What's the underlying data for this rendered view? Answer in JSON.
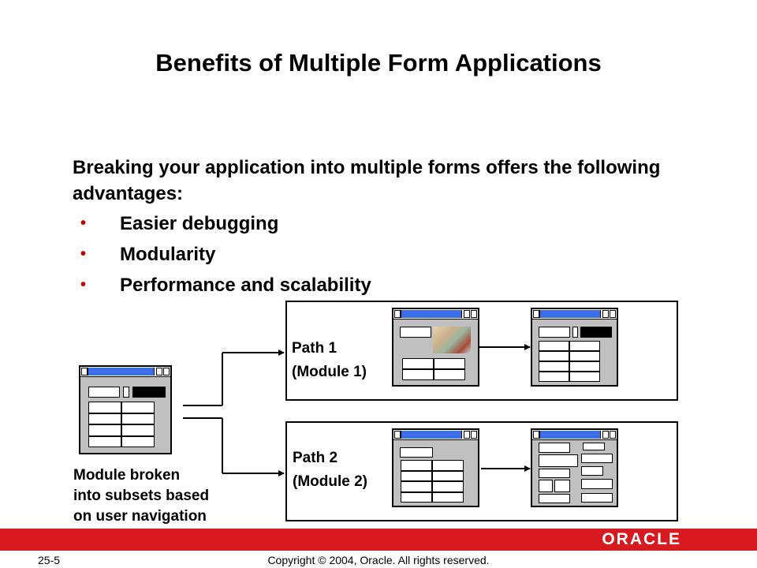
{
  "slide": {
    "title": "Benefits of Multiple Form Applications",
    "intro": "Breaking your application into multiple forms offers the following advantages:",
    "bullet_char": "•",
    "bullets": [
      "Easier debugging",
      "Modularity",
      "Performance and scalability"
    ]
  },
  "diagram": {
    "path1_line1": "Path 1",
    "path1_line2": "(Module 1)",
    "path2_line1": "Path 2",
    "path2_line2": "(Module 2)",
    "caption_line1": "Module broken",
    "caption_line2": "into subsets based",
    "caption_line3": "on user navigation"
  },
  "footer": {
    "slide_number": "25-5",
    "copyright": "Copyright © 2004, Oracle. All rights reserved.",
    "logo_text": "ORACLE",
    "bar_color": "#d71920"
  },
  "colors": {
    "bullet": "#c00000",
    "titlebar": "#3b6fe8",
    "window_body": "#c0c0c0"
  }
}
